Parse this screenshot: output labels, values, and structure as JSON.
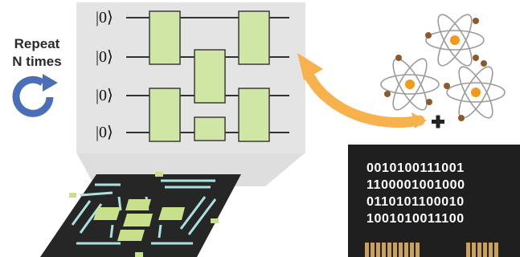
{
  "repeat": {
    "line1": "Repeat",
    "line2": "N times"
  },
  "circuit": {
    "qubits": [
      "|0⟩",
      "|0⟩",
      "|0⟩",
      "|0⟩"
    ]
  },
  "classical": {
    "bitstrings": [
      "0010100111001",
      "1100001001000",
      "0110101100010",
      "1001010011100"
    ]
  },
  "colors": {
    "panel": "#e4e4e4",
    "gate_fill": "#cfe6a4",
    "gate_stroke": "#3c3c3c",
    "loop_arrow": "#4a6fb8",
    "curved_arrow": "#f7b24d",
    "atom_nucleus": "#f39a1a",
    "atom_electron": "#8b5a2b",
    "chip_board": "#222222",
    "chip_traces": "#a9e2e0",
    "chip_pads": "#c8e08a",
    "memory_card": "#1f1f1f",
    "memory_contacts": "#c9a15a"
  },
  "icons": [
    "loop-arrow-icon",
    "atom-icon",
    "plus-icon",
    "quantum-chip-icon",
    "memory-card-icon"
  ]
}
